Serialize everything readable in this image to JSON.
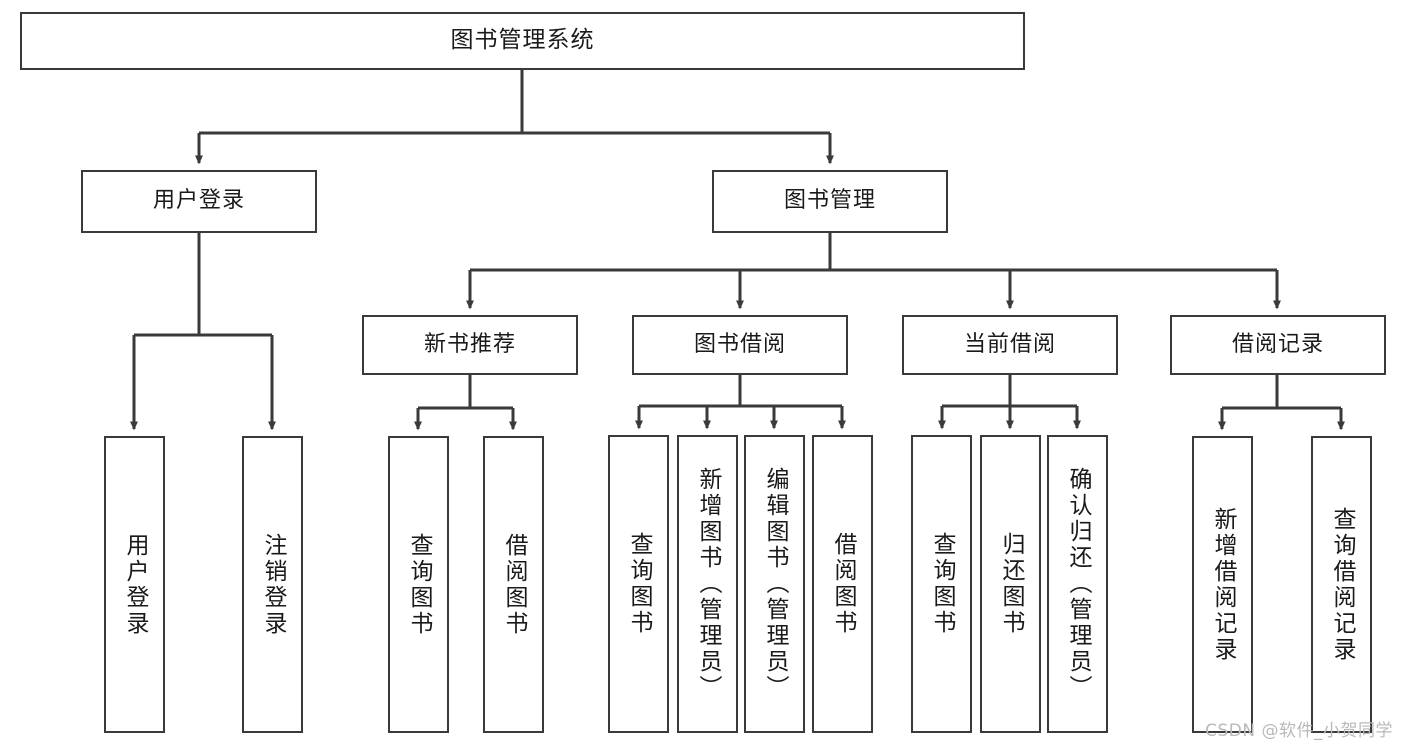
{
  "diagram": {
    "title": "图书管理系统",
    "watermark": "CSDN @软件_小贺同学",
    "stroke_color": "#3a3a3a",
    "text_color": "#1a1a1a",
    "background_color": "#ffffff",
    "nodes": {
      "root": "图书管理系统",
      "level2": {
        "user_login": "用户登录",
        "book_manage": "图书管理"
      },
      "level3": {
        "new_book_rec": "新书推荐",
        "book_borrow": "图书借阅",
        "current_borrow": "当前借阅",
        "borrow_record": "借阅记录"
      },
      "leaves": {
        "user_login_leaf": "用户登录",
        "logout_leaf": "注销登录",
        "query_book_rec": "查询图书",
        "borrow_book_rec": "借阅图书",
        "query_book_borrow": "查询图书",
        "add_book": "新增图书（管理员）",
        "edit_book": "编辑图书（管理员）",
        "borrow_book": "借阅图书",
        "query_book_current": "查询图书",
        "return_book": "归还图书",
        "confirm_return": "确认归还（管理员）",
        "add_record": "新增借阅记录",
        "query_record": "查询借阅记录"
      }
    }
  }
}
